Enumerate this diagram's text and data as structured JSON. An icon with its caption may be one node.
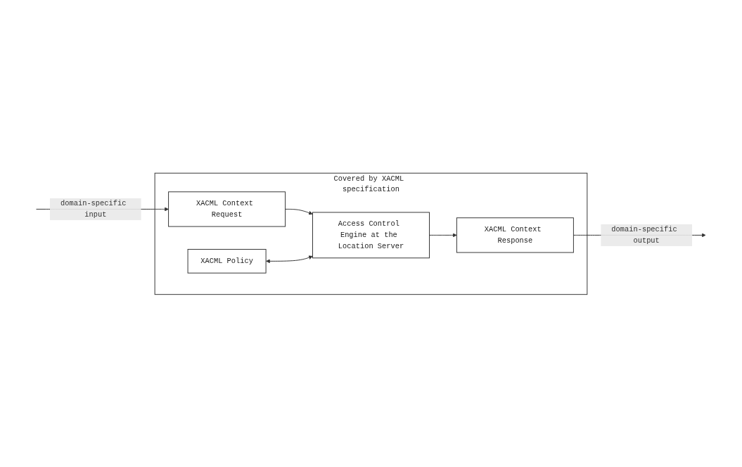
{
  "diagram": {
    "nodes": [
      {
        "text": [
          "Covered by XACML specification"
        ]
      },
      {
        "text": [
          "XACML Policy"
        ],
        "in": 0
      },
      {
        "text": [
          "XACML Context Request"
        ],
        "in": 0
      },
      {
        "text": [
          "Access Control Engine at the Location Server"
        ],
        "in": 0
      },
      {
        "text": [
          "XACML Context Response"
        ],
        "in": 0
      }
    ],
    "edges": [
      {
        "from": null,
        "to": 2,
        "arrow": "to",
        "label": "domain-specific input"
      },
      {
        "from": 2,
        "to": 3,
        "arrow": "to"
      },
      {
        "from": 3,
        "to": 4,
        "arrow": "to"
      },
      {
        "from": 4,
        "to": null,
        "arrow": "to",
        "label": "domain-specific output"
      },
      {
        "from": 1,
        "to": 3,
        "arrow": "both"
      }
    ]
  }
}
